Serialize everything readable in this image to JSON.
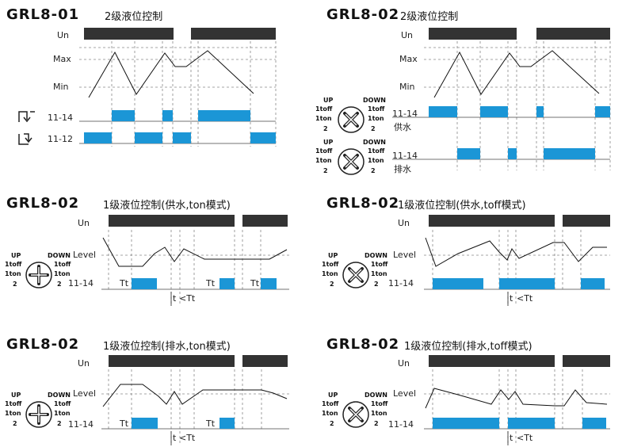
{
  "colors": {
    "supply_bar": "#333333",
    "relay_bar": "#1b96d6",
    "grid_dash": "#888888"
  },
  "p1": {
    "model": "GRL8-01",
    "subtitle": "2级液位控制",
    "un": "Un",
    "max": "Max",
    "min": "Min",
    "r1": "11-14",
    "r2": "11-12"
  },
  "p2": {
    "model": "GRL8-02",
    "subtitle": "2级液位控制",
    "un": "Un",
    "max": "Max",
    "min": "Min",
    "r1": "11-14",
    "r1_sub": "供水",
    "r2": "11-14",
    "r2_sub": "排水"
  },
  "p3": {
    "model": "GRL8-02",
    "subtitle": "1级液位控制(供水,ton模式)",
    "un": "Un",
    "level": "Level",
    "r": "11-14",
    "tt": "Tt",
    "t_lt": "t",
    "lt_tt": "<Tt"
  },
  "p4": {
    "model": "GRL8-02",
    "subtitle": "1级液位控制(供水,toff模式)",
    "un": "Un",
    "level": "Level",
    "r": "11-14",
    "tt": "Tt",
    "t_lt": "t",
    "lt_tt": "<Tt"
  },
  "p5": {
    "model": "GRL8-02",
    "subtitle": "1级液位控制(排水,ton模式)",
    "un": "Un",
    "level": "Level",
    "r": "11-14",
    "tt": "Tt",
    "t_lt": "t",
    "lt_tt": "<Tt"
  },
  "p6": {
    "model": "GRL8-02",
    "subtitle": "1级液位控制(排水,toff模式)",
    "un": "Un",
    "level": "Level",
    "r": "11-14",
    "tt": "Tt",
    "t_lt": "t",
    "lt_tt": "<Tt"
  },
  "dial": {
    "up": "UP",
    "down": "DOWN",
    "toff": "1toff",
    "ton": "1ton",
    "two": "2"
  }
}
